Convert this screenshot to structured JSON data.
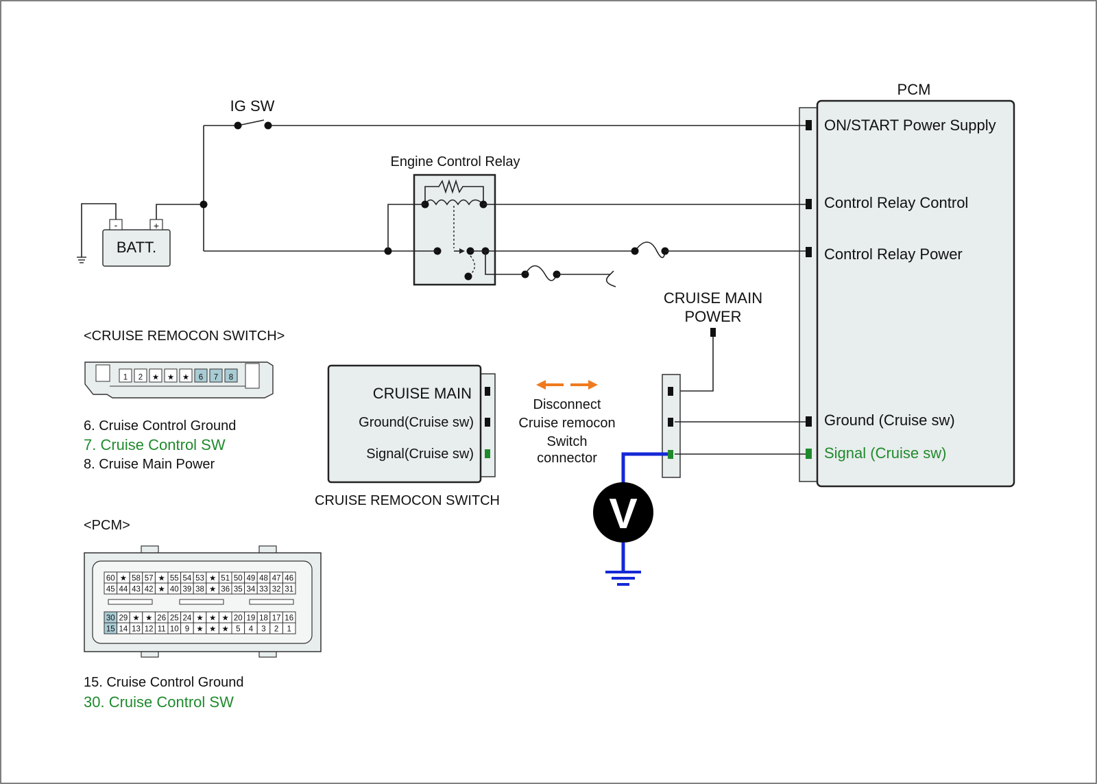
{
  "labels": {
    "ig_sw": "IG SW",
    "engine_control_relay": "Engine Control Relay",
    "batt": "BATT.",
    "batt_minus": "-",
    "batt_plus": "+",
    "pcm_title": "PCM",
    "pcm_on_start": "ON/START Power Supply",
    "pcm_relay_control": "Control Relay Control",
    "pcm_relay_power": "Control Relay Power",
    "pcm_ground": "Ground (Cruise sw)",
    "pcm_signal": "Signal (Cruise sw)",
    "cruise_main_power_1": "CRUISE MAIN",
    "cruise_main_power_2": "POWER",
    "switch_cruise_main": "CRUISE MAIN",
    "switch_ground": "Ground(Cruise sw)",
    "switch_signal": "Signal(Cruise sw)",
    "switch_title": "CRUISE REMOCON SWITCH",
    "disconnect_1": "Disconnect",
    "disconnect_2": "Cruise remocon",
    "disconnect_3": "Switch",
    "disconnect_4": "connector",
    "voltmeter": "V"
  },
  "remocon_connector": {
    "title": "<CRUISE REMOCON SWITCH>",
    "pins": [
      "1",
      "2",
      "★",
      "★",
      "★",
      "6",
      "7",
      "8"
    ],
    "highlighted": [
      "6",
      "7",
      "8"
    ],
    "legend": [
      {
        "text": "6. Cruise Control Ground",
        "color": "#111111"
      },
      {
        "text": "7. Cruise Control SW",
        "color": "#1f8a2c"
      },
      {
        "text": "8. Cruise Main Power",
        "color": "#111111"
      }
    ]
  },
  "pcm_connector": {
    "title": "<PCM>",
    "upper_rows": [
      [
        "60",
        "★",
        "58",
        "57",
        "★",
        "55",
        "54",
        "53",
        "★",
        "51",
        "50",
        "49",
        "48",
        "47",
        "46"
      ],
      [
        "45",
        "44",
        "43",
        "42",
        "★",
        "40",
        "39",
        "38",
        "★",
        "36",
        "35",
        "34",
        "33",
        "32",
        "31"
      ]
    ],
    "lower_rows": [
      [
        "30",
        "29",
        "★",
        "★",
        "26",
        "25",
        "24",
        "★",
        "★",
        "★",
        "20",
        "19",
        "18",
        "17",
        "16"
      ],
      [
        "15",
        "14",
        "13",
        "12",
        "11",
        "10",
        "9",
        "★",
        "★",
        "★",
        "5",
        "4",
        "3",
        "2",
        "1"
      ]
    ],
    "highlighted": [
      "30",
      "15"
    ],
    "legend": [
      {
        "text": "15. Cruise Control Ground",
        "color": "#111111"
      },
      {
        "text": "30. Cruise Control SW",
        "color": "#1f8a2c"
      }
    ]
  },
  "colors": {
    "signal_green": "#1f8a2c",
    "probe_blue": "#1528d6",
    "arrow_orange": "#f07a1e",
    "highlight_pin": "#a9cbd4",
    "component_fill": "#e8eded"
  }
}
